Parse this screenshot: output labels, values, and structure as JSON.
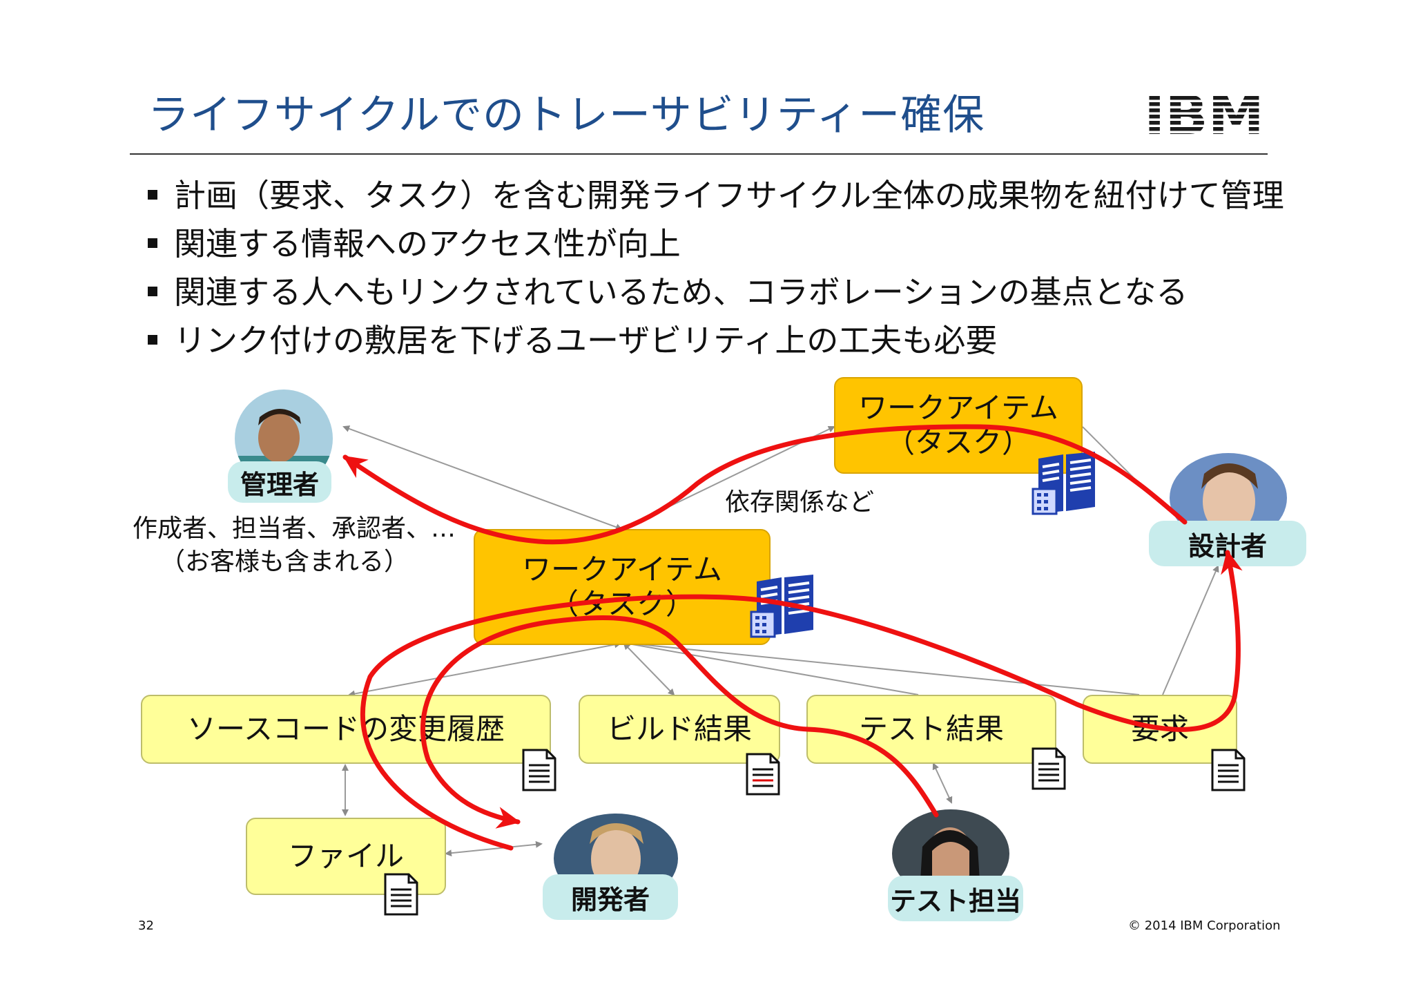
{
  "slide": {
    "title": "ライフサイクルでのトレーサビリティー確保",
    "bullets": [
      "計画（要求、タスク）を含む開発ライフサイクル全体の成果物を紐付けて管理",
      "関連する情報へのアクセス性が向上",
      "関連する人へもリンクされているため、コラボレーションの基点となる",
      "リンク付けの敷居を下げるユーザビリティ上の工夫も必要"
    ],
    "page_number": "32",
    "copyright": "© 2014 IBM Corporation",
    "logo_text": "IBM"
  },
  "diagram": {
    "work_item_top": {
      "line1": "ワークアイテム",
      "line2": "（タスク）"
    },
    "work_item_main": {
      "line1": "ワークアイテム",
      "line2": "（タスク）"
    },
    "artifacts": {
      "source_history": "ソースコードの変更履歴",
      "build_result": "ビルド結果",
      "test_result": "テスト結果",
      "requirement": "要求",
      "file": "ファイル"
    },
    "roles": {
      "manager": "管理者",
      "designer": "設計者",
      "developer": "開発者",
      "tester": "テスト担当"
    },
    "notes": {
      "dependency": "依存関係など",
      "people_line1": "作成者、担当者、承認者、…",
      "people_line2": "（お客様も含まれる）"
    },
    "colors": {
      "work_item": "#ffc400",
      "artifact": "#ffff99",
      "role_badge": "#c8ecec",
      "trace_arrow": "#ee1111",
      "link_arrow": "#999999",
      "title": "#1f4e8c"
    }
  }
}
